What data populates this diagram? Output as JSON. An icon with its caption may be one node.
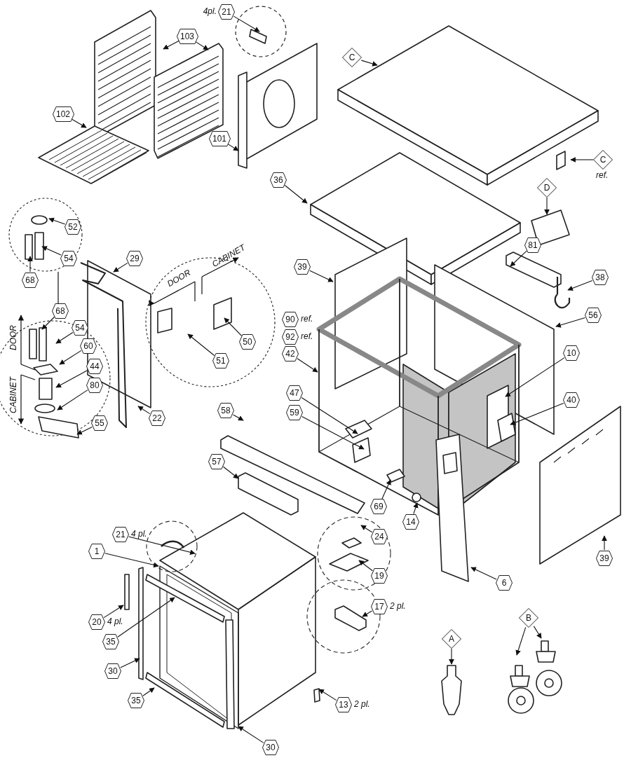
{
  "diagram": {
    "nodes": [
      {
        "text": [
          "21"
        ],
        "beside": [
          "4pl."
        ]
      },
      {
        "text": [
          "103"
        ]
      },
      {
        "text": [
          "102"
        ]
      },
      {
        "text": [
          "101"
        ]
      },
      {
        "text": [
          "C"
        ]
      },
      {
        "text": [
          "C"
        ],
        "beside": [
          "ref."
        ]
      },
      {
        "text": [
          "36"
        ]
      },
      {
        "text": [
          "D"
        ]
      },
      {
        "text": [
          "52"
        ]
      },
      {
        "text": [
          "54"
        ]
      },
      {
        "text": [
          "68"
        ]
      },
      {
        "text": [
          "29"
        ]
      },
      {
        "text": [
          "81"
        ]
      },
      {
        "text": [
          "38"
        ]
      },
      {
        "text": [
          "39"
        ]
      },
      {
        "text": [
          "50"
        ]
      },
      {
        "text": [
          "56"
        ]
      },
      {
        "text": [
          "90"
        ],
        "beside": [
          "ref."
        ]
      },
      {
        "text": [
          "92"
        ],
        "beside": [
          "ref."
        ]
      },
      {
        "text": [
          "42"
        ]
      },
      {
        "text": [
          "68"
        ]
      },
      {
        "text": [
          "54"
        ]
      },
      {
        "text": [
          "10"
        ]
      },
      {
        "text": [
          "60"
        ]
      },
      {
        "text": [
          "44"
        ]
      },
      {
        "text": [
          "51"
        ]
      },
      {
        "text": [
          "80"
        ]
      },
      {
        "text": [
          "40"
        ]
      },
      {
        "text": [
          "47"
        ]
      },
      {
        "text": [
          "59"
        ]
      },
      {
        "text": [
          "58"
        ]
      },
      {
        "text": [
          "55"
        ]
      },
      {
        "text": [
          "22"
        ]
      },
      {
        "text": [
          "57"
        ]
      },
      {
        "text": [
          "69"
        ]
      },
      {
        "text": [
          "14"
        ]
      },
      {
        "text": [
          "21"
        ],
        "beside": [
          "4 pl."
        ]
      },
      {
        "text": [
          "1"
        ]
      },
      {
        "text": [
          "24"
        ]
      },
      {
        "text": [
          "19"
        ]
      },
      {
        "text": [
          "6"
        ]
      },
      {
        "text": [
          "39"
        ]
      },
      {
        "text": [
          "17"
        ],
        "beside": [
          "2 pl."
        ]
      },
      {
        "text": [
          "20"
        ],
        "beside": [
          "4 pl."
        ]
      },
      {
        "text": [
          "B"
        ]
      },
      {
        "text": [
          "A"
        ]
      },
      {
        "text": [
          "35"
        ]
      },
      {
        "text": [
          "30"
        ]
      },
      {
        "text": [
          "35"
        ]
      },
      {
        "text": [
          "13"
        ],
        "beside": [
          "2 pl."
        ]
      },
      {
        "text": [
          "30"
        ]
      }
    ],
    "edges": [
      {
        "from": 0,
        "to": null,
        "arrow": "to"
      },
      {
        "from": 1,
        "to": null,
        "arrow": "to"
      },
      {
        "from": 1,
        "to": null,
        "arrow": "to"
      },
      {
        "from": 2,
        "to": null,
        "arrow": "to"
      },
      {
        "from": 3,
        "to": null,
        "arrow": "to"
      },
      {
        "from": 4,
        "to": null,
        "arrow": "to"
      },
      {
        "from": 5,
        "to": null,
        "arrow": "to"
      },
      {
        "from": 6,
        "to": null,
        "arrow": "to"
      },
      {
        "from": 7,
        "to": null,
        "arrow": "to"
      },
      {
        "from": 8,
        "to": null,
        "arrow": "to"
      },
      {
        "from": 9,
        "to": null,
        "arrow": "to"
      },
      {
        "from": 10,
        "to": null,
        "arrow": "to"
      },
      {
        "from": 11,
        "to": null,
        "arrow": "to"
      },
      {
        "from": 12,
        "to": null,
        "arrow": "to"
      },
      {
        "from": 13,
        "to": null,
        "arrow": "to"
      },
      {
        "from": 14,
        "to": null,
        "arrow": "to"
      },
      {
        "from": 15,
        "to": null,
        "arrow": "to"
      },
      {
        "from": 16,
        "to": null,
        "arrow": "to"
      },
      {
        "from": 19,
        "to": null,
        "arrow": "to"
      },
      {
        "from": 20,
        "to": null,
        "arrow": "to"
      },
      {
        "from": 21,
        "to": null,
        "arrow": "to"
      },
      {
        "from": 22,
        "to": null,
        "arrow": "to"
      },
      {
        "from": 23,
        "to": null,
        "arrow": "to"
      },
      {
        "from": 24,
        "to": null,
        "arrow": "to"
      },
      {
        "from": 25,
        "to": null,
        "arrow": "to"
      },
      {
        "from": 26,
        "to": null,
        "arrow": "to"
      },
      {
        "from": 27,
        "to": null,
        "arrow": "to"
      },
      {
        "from": 28,
        "to": null,
        "arrow": "to"
      },
      {
        "from": 29,
        "to": null,
        "arrow": "to"
      },
      {
        "from": 30,
        "to": null,
        "arrow": "to"
      },
      {
        "from": 31,
        "to": null,
        "arrow": "to"
      },
      {
        "from": 32,
        "to": null,
        "arrow": "to"
      },
      {
        "from": 33,
        "to": null,
        "arrow": "to"
      },
      {
        "from": 34,
        "to": null,
        "arrow": "to"
      },
      {
        "from": 35,
        "to": null,
        "arrow": "to"
      },
      {
        "from": 36,
        "to": null,
        "arrow": "to"
      },
      {
        "from": 37,
        "to": null,
        "arrow": "to"
      },
      {
        "from": 38,
        "to": null,
        "arrow": "to"
      },
      {
        "from": 39,
        "to": null,
        "arrow": "to"
      },
      {
        "from": 40,
        "to": null,
        "arrow": "to"
      },
      {
        "from": 41,
        "to": null,
        "arrow": "to"
      },
      {
        "from": 42,
        "to": null,
        "arrow": "to"
      },
      {
        "from": 43,
        "to": null,
        "arrow": "to"
      },
      {
        "from": 44,
        "to": null,
        "arrow": "to"
      },
      {
        "from": 44,
        "to": null,
        "arrow": "to"
      },
      {
        "from": 45,
        "to": null,
        "arrow": "to"
      },
      {
        "from": 46,
        "to": null,
        "arrow": "to"
      },
      {
        "from": 47,
        "to": null,
        "arrow": "to"
      },
      {
        "from": 48,
        "to": null,
        "arrow": "to"
      },
      {
        "from": 49,
        "to": null,
        "arrow": "to"
      },
      {
        "from": 50,
        "to": null,
        "arrow": "to"
      }
    ],
    "labels": [
      "DOOR",
      "CABINET",
      "DOOR",
      "CABINET"
    ]
  }
}
